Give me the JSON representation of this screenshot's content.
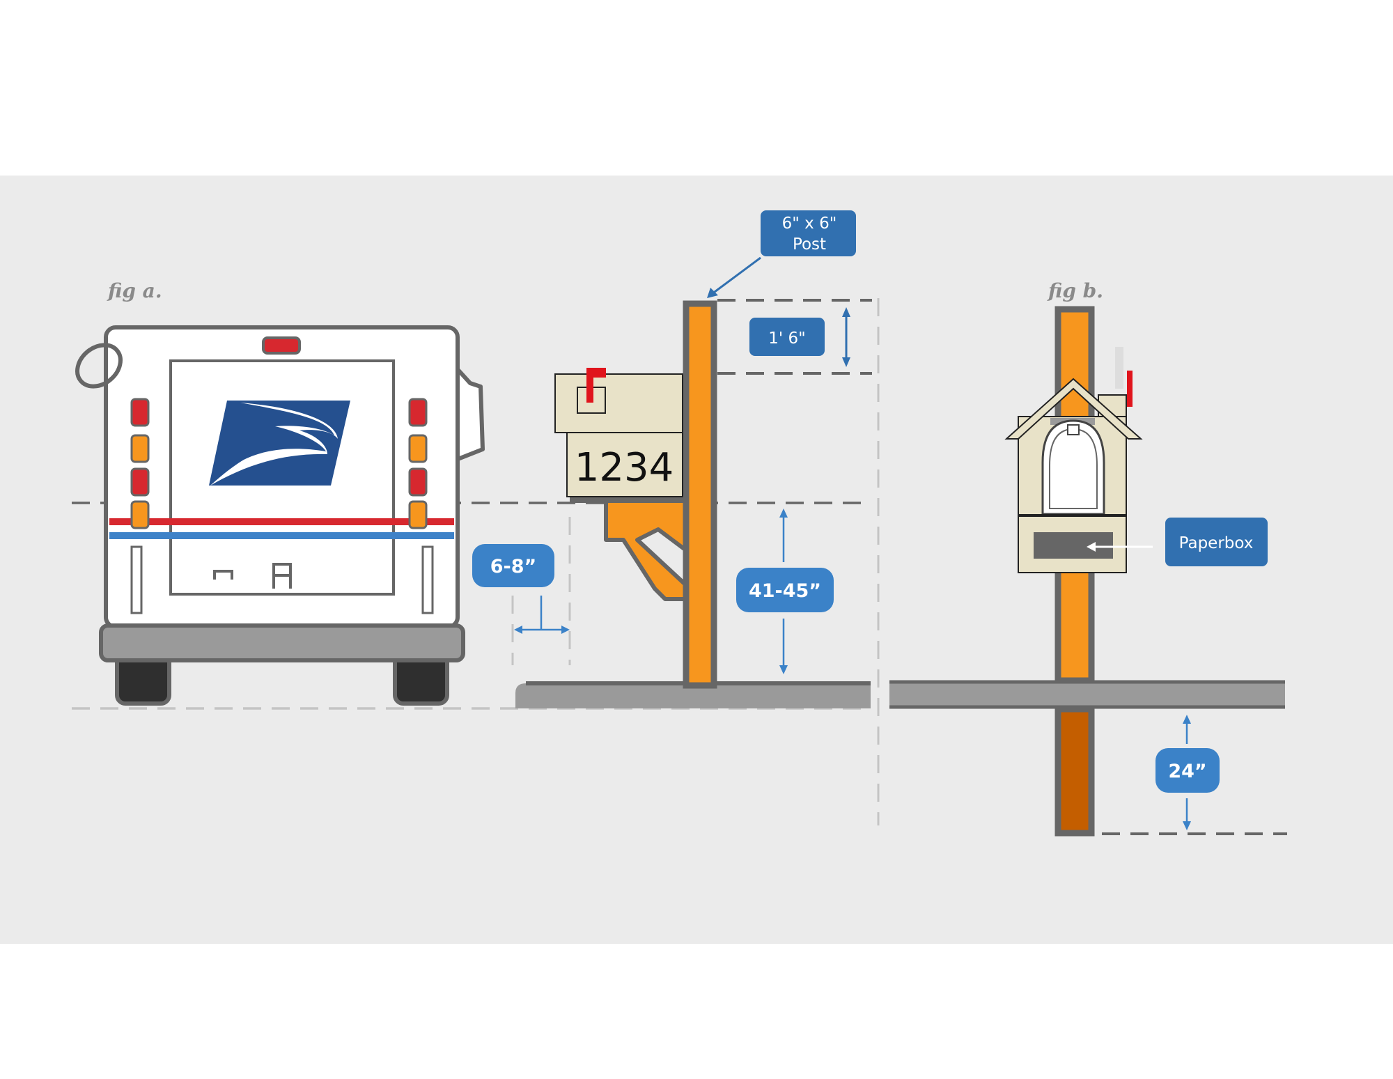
{
  "figures": {
    "fig_a_label": "fig a.",
    "fig_b_label": "fig b."
  },
  "mailbox": {
    "house_number": "1234"
  },
  "callouts": {
    "post_size_line1": "6\" x 6\"",
    "post_size_line2": "Post",
    "top_offset": "1' 6\"",
    "curb_offset": "6-8”",
    "height": "41-45”",
    "paperbox": "Paperbox",
    "depth": "24”"
  },
  "colors": {
    "background_panel": "#ebebeb",
    "post_orange": "#f7961e",
    "post_underground": "#c45e00",
    "outline_gray": "#666666",
    "ground_gray": "#9a9a9a",
    "mailbox_beige": "#e8e2c8",
    "callout_blue_dark": "#3170b0",
    "callout_blue_light": "#3b82c8",
    "flag_red": "#e0141c",
    "usps_blue": "#25508f",
    "stripe_red": "#d7282f",
    "stripe_blue": "#3e82c8"
  }
}
